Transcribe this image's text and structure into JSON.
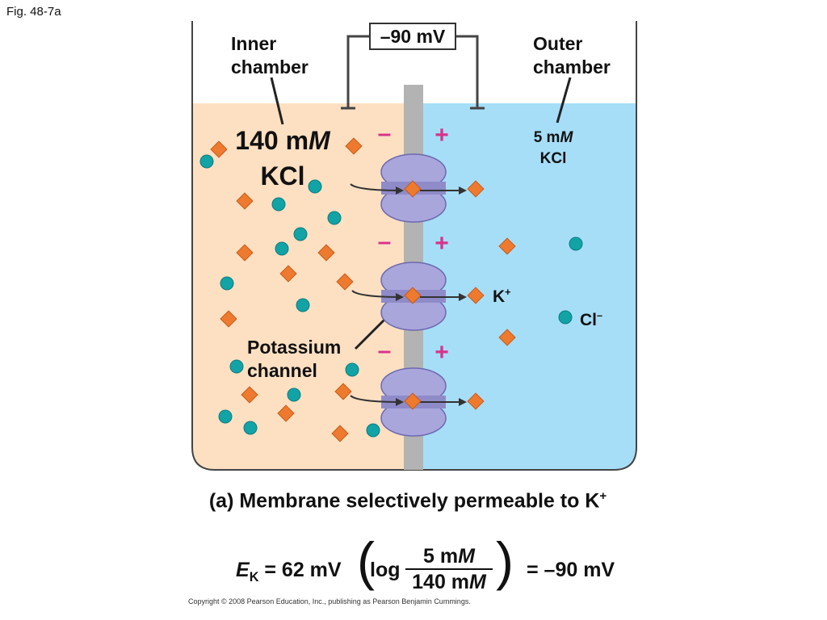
{
  "figure_label": "Fig. 48-7a",
  "voltmeter": {
    "reading": "–90 mV"
  },
  "inner_chamber": {
    "label_line1": "Inner",
    "label_line2": "chamber",
    "conc_value": "140 m",
    "conc_unit": "M",
    "solute": "KCl"
  },
  "outer_chamber": {
    "label_line1": "Outer",
    "label_line2": "chamber",
    "conc_value": "5 m",
    "conc_unit": "M",
    "solute": "KCl"
  },
  "charges": {
    "inner": "–",
    "outer": "+"
  },
  "ion_labels": {
    "potassium": "K",
    "potassium_charge": "+",
    "chloride": "Cl",
    "chloride_charge": "–"
  },
  "channel_label": {
    "line1": "Potassium",
    "line2": "channel"
  },
  "caption": {
    "text": "(a) Membrane selectively permeable to K",
    "superscript": "+"
  },
  "equation": {
    "lhs_var": "E",
    "lhs_sub": "K",
    "coefficient": " = 62 mV ",
    "log": "log",
    "numerator_value": "5 m",
    "numerator_unit": "M",
    "denominator_value": "140 m",
    "denominator_unit": "M",
    "result": "= –90 mV"
  },
  "copyright": "Copyright © 2008 Pearson Education, Inc., publishing as Pearson Benjamin Cummings.",
  "colors": {
    "inner_fluid": "#fde0c2",
    "outer_fluid": "#a6def8",
    "membrane": "#b3b3b3",
    "channel": "#a9a6dc",
    "potassium_ion": "#ee7a2f",
    "chloride_ion": "#12a3a6",
    "charge_sign": "#d8338c"
  }
}
